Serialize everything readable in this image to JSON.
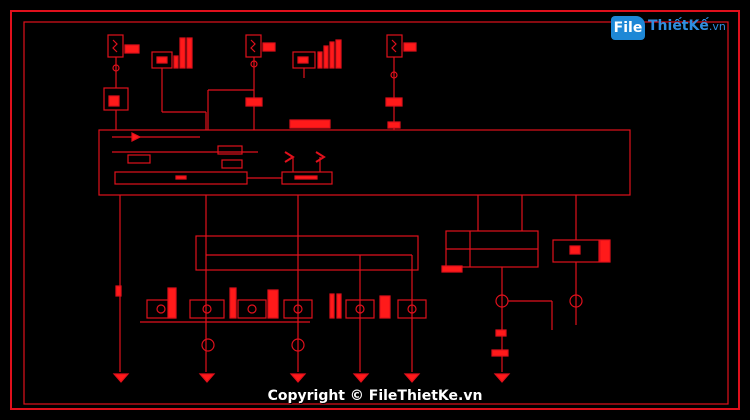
{
  "colors": {
    "background": "#000000",
    "line": "#e0101c",
    "fill": "#ff1a1a",
    "watermark_blue": "#2f8ee0"
  },
  "watermark": {
    "badge": "File",
    "brand": "ThiếtKế",
    "domain": ".vn"
  },
  "footer": {
    "copyright": "Copyright © FileThietKe.vn"
  }
}
